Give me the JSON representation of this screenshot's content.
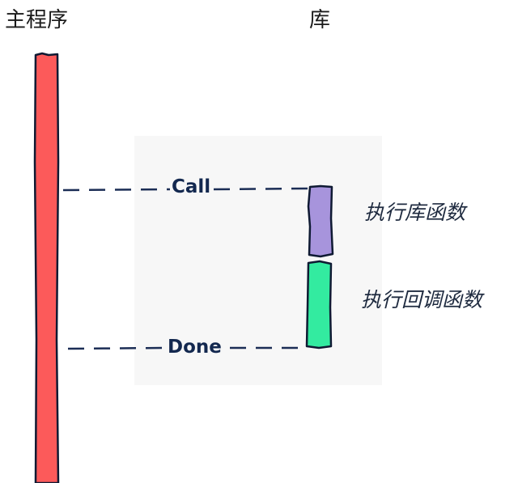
{
  "diagram": {
    "main_program_label": "主程序",
    "library_label": "库",
    "call_label": "Call",
    "done_label": "Done",
    "library_function_label": "执行库函数",
    "callback_function_label": "执行回调函数"
  },
  "colors": {
    "main_bar": "#fc5a5a",
    "library_function_bar": "#a794dc",
    "callback_function_bar": "#33eba0",
    "outline": "#0f1a33",
    "dashes": "#1b2d55",
    "panel": "#f7f7f7"
  }
}
